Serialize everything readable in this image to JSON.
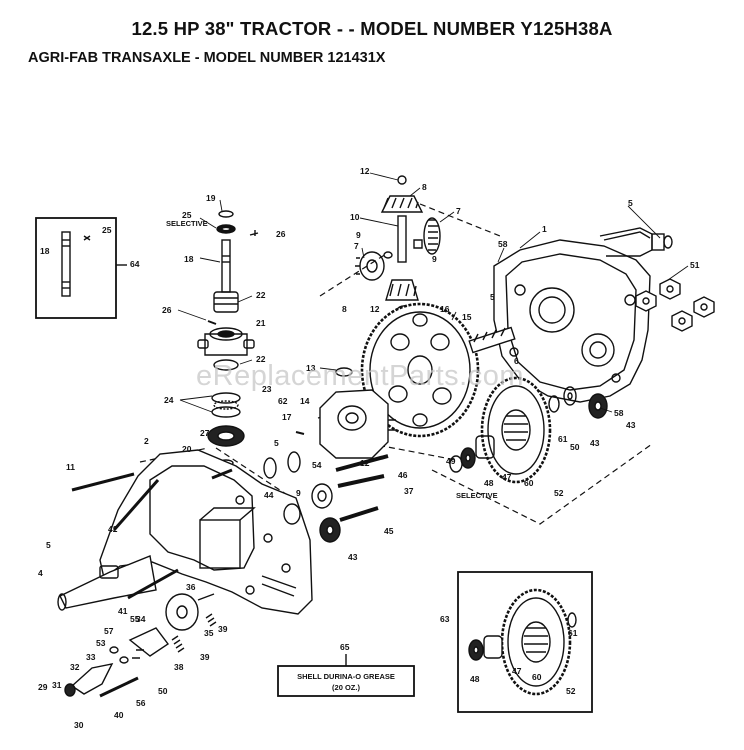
{
  "header": {
    "title": "12.5 HP 38\" TRACTOR - - MODEL NUMBER Y125H38A",
    "subtitle": "AGRI-FAB TRANSAXLE - MODEL NUMBER 121431X"
  },
  "watermark": "eReplacementParts.com",
  "notes": {
    "selective": "SELECTIVE",
    "grease_line1": "SHELL DURINA-O GREASE",
    "grease_line2": "(20 OZ.)"
  },
  "labels": [
    "1",
    "2",
    "4",
    "5",
    "6",
    "7",
    "8",
    "9",
    "10",
    "11",
    "12",
    "13",
    "14",
    "15",
    "16",
    "17",
    "18",
    "19",
    "20",
    "21",
    "22",
    "23",
    "24",
    "25",
    "26",
    "27",
    "29",
    "30",
    "31",
    "32",
    "33",
    "34",
    "35",
    "36",
    "37",
    "38",
    "39",
    "40",
    "41",
    "42",
    "43",
    "44",
    "45",
    "46",
    "47",
    "48",
    "49",
    "50",
    "51",
    "52",
    "53",
    "54",
    "55",
    "56",
    "57",
    "58",
    "59",
    "60",
    "61",
    "62",
    "63",
    "64",
    "65"
  ]
}
